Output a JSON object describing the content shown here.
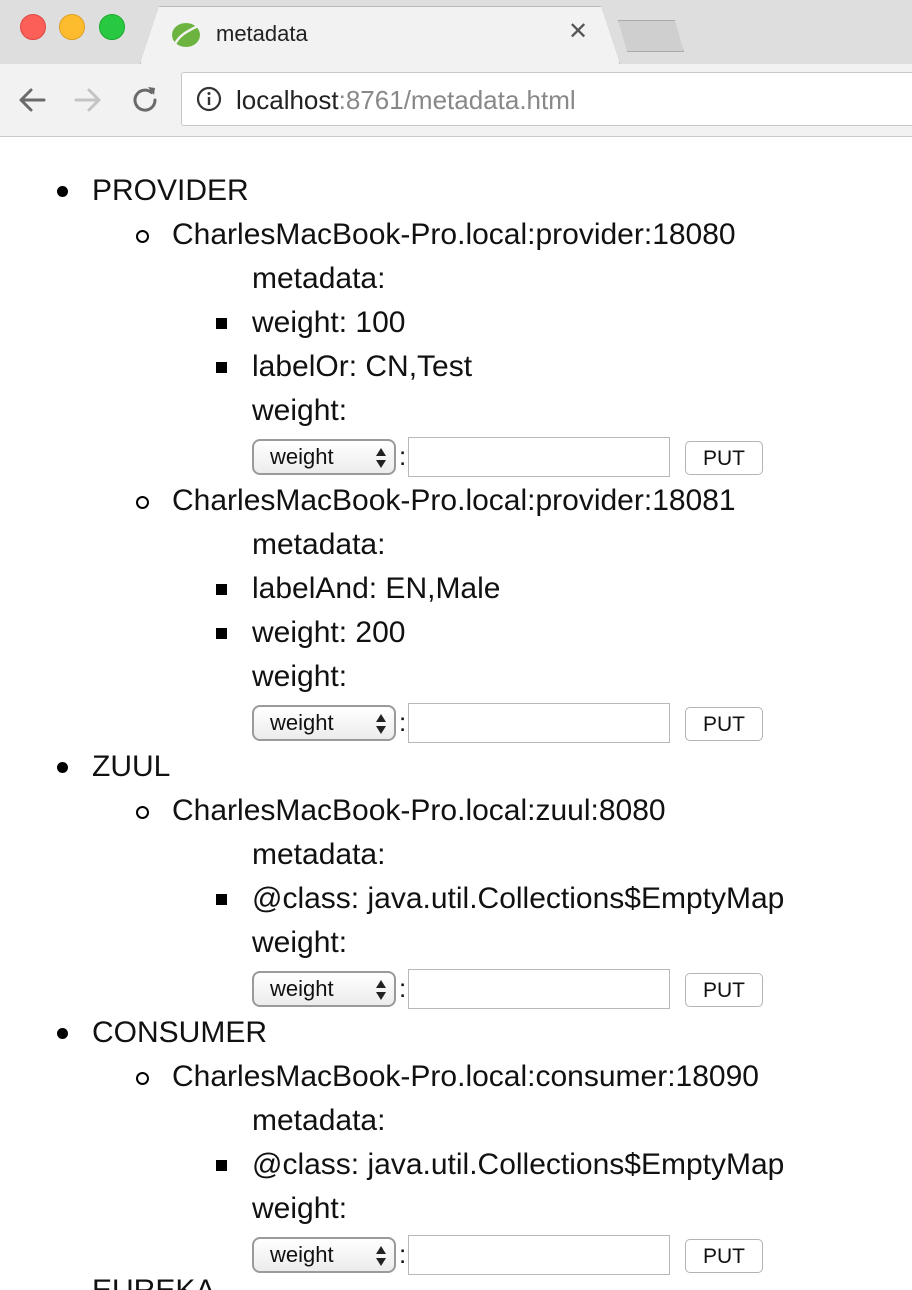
{
  "browser": {
    "tab_title": "metadata",
    "url_host": "localhost",
    "url_rest": ":8761/metadata.html"
  },
  "apps": [
    {
      "name": "PROVIDER",
      "instances": [
        {
          "id": "CharlesMacBook-Pro.local:provider:18080",
          "metadata_label": "metadata:",
          "metadata": [
            "weight: 100",
            "labelOr: CN,Test"
          ],
          "weight_label": "weight:",
          "select_value": "weight",
          "colon": ":",
          "input_value": "",
          "put_label": "PUT"
        },
        {
          "id": "CharlesMacBook-Pro.local:provider:18081",
          "metadata_label": "metadata:",
          "metadata": [
            "labelAnd: EN,Male",
            "weight: 200"
          ],
          "weight_label": "weight:",
          "select_value": "weight",
          "colon": ":",
          "input_value": "",
          "put_label": "PUT"
        }
      ]
    },
    {
      "name": "ZUUL",
      "instances": [
        {
          "id": "CharlesMacBook-Pro.local:zuul:8080",
          "metadata_label": "metadata:",
          "metadata": [
            "@class: java.util.Collections$EmptyMap"
          ],
          "weight_label": "weight:",
          "select_value": "weight",
          "colon": ":",
          "input_value": "",
          "put_label": "PUT"
        }
      ]
    },
    {
      "name": "CONSUMER",
      "instances": [
        {
          "id": "CharlesMacBook-Pro.local:consumer:18090",
          "metadata_label": "metadata:",
          "metadata": [
            "@class: java.util.Collections$EmptyMap"
          ],
          "weight_label": "weight:",
          "select_value": "weight",
          "colon": ":",
          "input_value": "",
          "put_label": "PUT"
        }
      ]
    },
    {
      "name": "EUREKA",
      "instances": []
    }
  ]
}
